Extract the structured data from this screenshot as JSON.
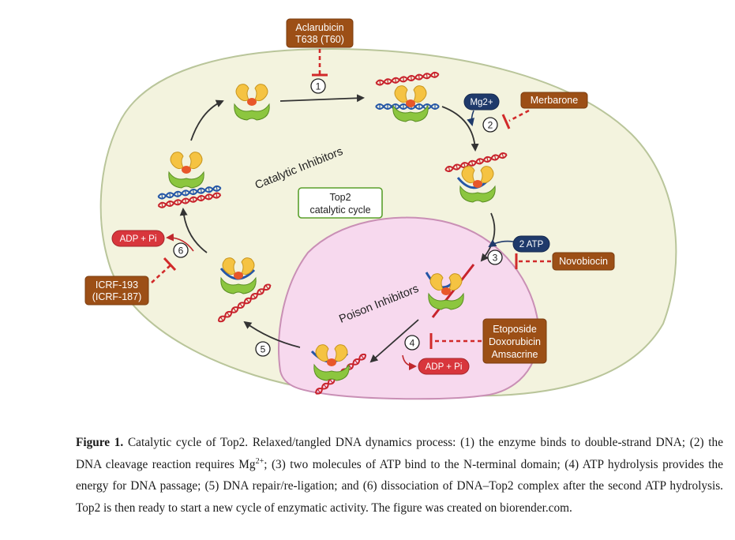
{
  "diagram": {
    "region_catalytic_label": "Catalytic Inhibitors",
    "region_poison_label": "Poison Inhibitors",
    "center_label_line1": "Top2",
    "center_label_line2": "catalytic cycle",
    "inhibitors": {
      "aclarubicin_line1": "Aclarubicin",
      "aclarubicin_line2": "T638 (T60)",
      "merbarone": "Merbarone",
      "novobiocin": "Novobiocin",
      "etoposide": "Etoposide",
      "doxorubicin": "Doxorubicin",
      "amsacrine": "Amsacrine",
      "icrf_line1": "ICRF-193",
      "icrf_line2": "(ICRF-187)"
    },
    "cofactors": {
      "mg": "Mg2+",
      "atp": "2 ATP",
      "adp_step4": "ADP + Pi",
      "adp_step6": "ADP + Pi"
    },
    "steps": [
      "1",
      "2",
      "3",
      "4",
      "5",
      "6"
    ],
    "colors": {
      "catalytic_region": "#f3f3de",
      "poison_region": "#f7d9ee",
      "inhibitor_box": "#9c4f16",
      "inhibitor_line": "#d12a2a",
      "adp_pill": "#d8363c",
      "cofactor_pill": "#1f3a6b",
      "label_box_border": "#5aa02c",
      "dna_red": "#c8232c",
      "dna_blue": "#2456a6",
      "enzyme_green": "#8cc63f",
      "enzyme_yellow": "#f5c342"
    }
  },
  "caption": {
    "figure_label": "Figure 1.",
    "text": " Catalytic cycle of Top2. Relaxed/tangled DNA dynamics process: (1) the enzyme binds to double-strand DNA; (2) the DNA cleavage reaction requires Mg",
    "superscript": "2+",
    "text_after": "; (3) two molecules of ATP bind to the N-terminal domain; (4) ATP hydrolysis provides the energy for DNA passage; (5) DNA repair/re-ligation; and (6) dissociation of DNA–Top2 complex after the second ATP hydrolysis. Top2 is then ready to start a new cycle of enzymatic activity. The figure was created on biorender.com."
  }
}
